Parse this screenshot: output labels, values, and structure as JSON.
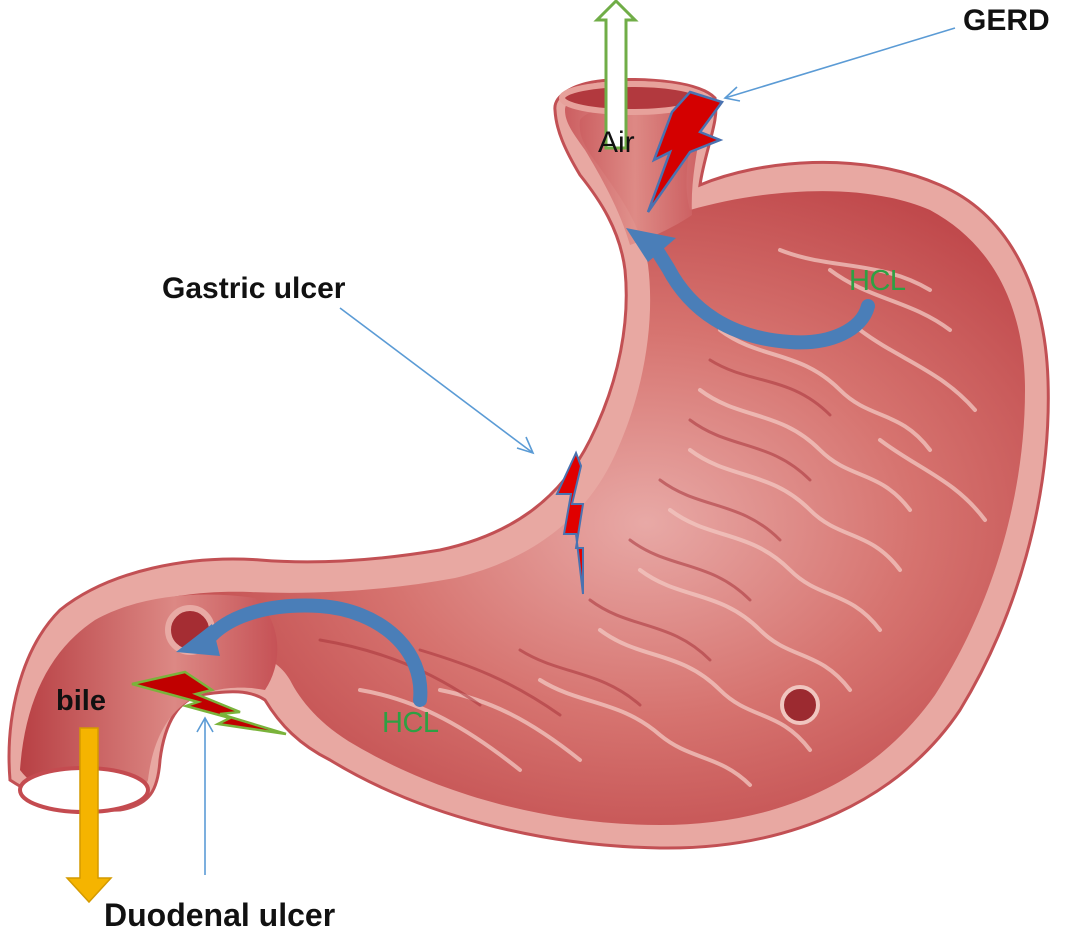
{
  "labels": {
    "gerd": "GERD",
    "air": "Air",
    "gastric_ulcer": "Gastric ulcer",
    "hcl_upper": "HCL",
    "hcl_lower": "HCL",
    "bile": "bile",
    "duodenal_ulcer": "Duodenal ulcer"
  },
  "colors": {
    "pointer_line": "#5b9bd5",
    "reflux_arrow": "#4a7eb8",
    "hcl_text": "#2ea043",
    "bile_arrow": "#f5b400",
    "air_arrow": "#70ad47",
    "ulcer_bolt": "#d40000",
    "stomach_tissue": "#c8454a",
    "stomach_wall": "#e59a93"
  },
  "icons": {
    "air_arrow": "hollow-arrow-up-icon",
    "bile_arrow": "arrow-down-icon",
    "ulcer_marker": "lightning-bolt-icon",
    "reflux_arrow": "curved-arrow-icon"
  }
}
